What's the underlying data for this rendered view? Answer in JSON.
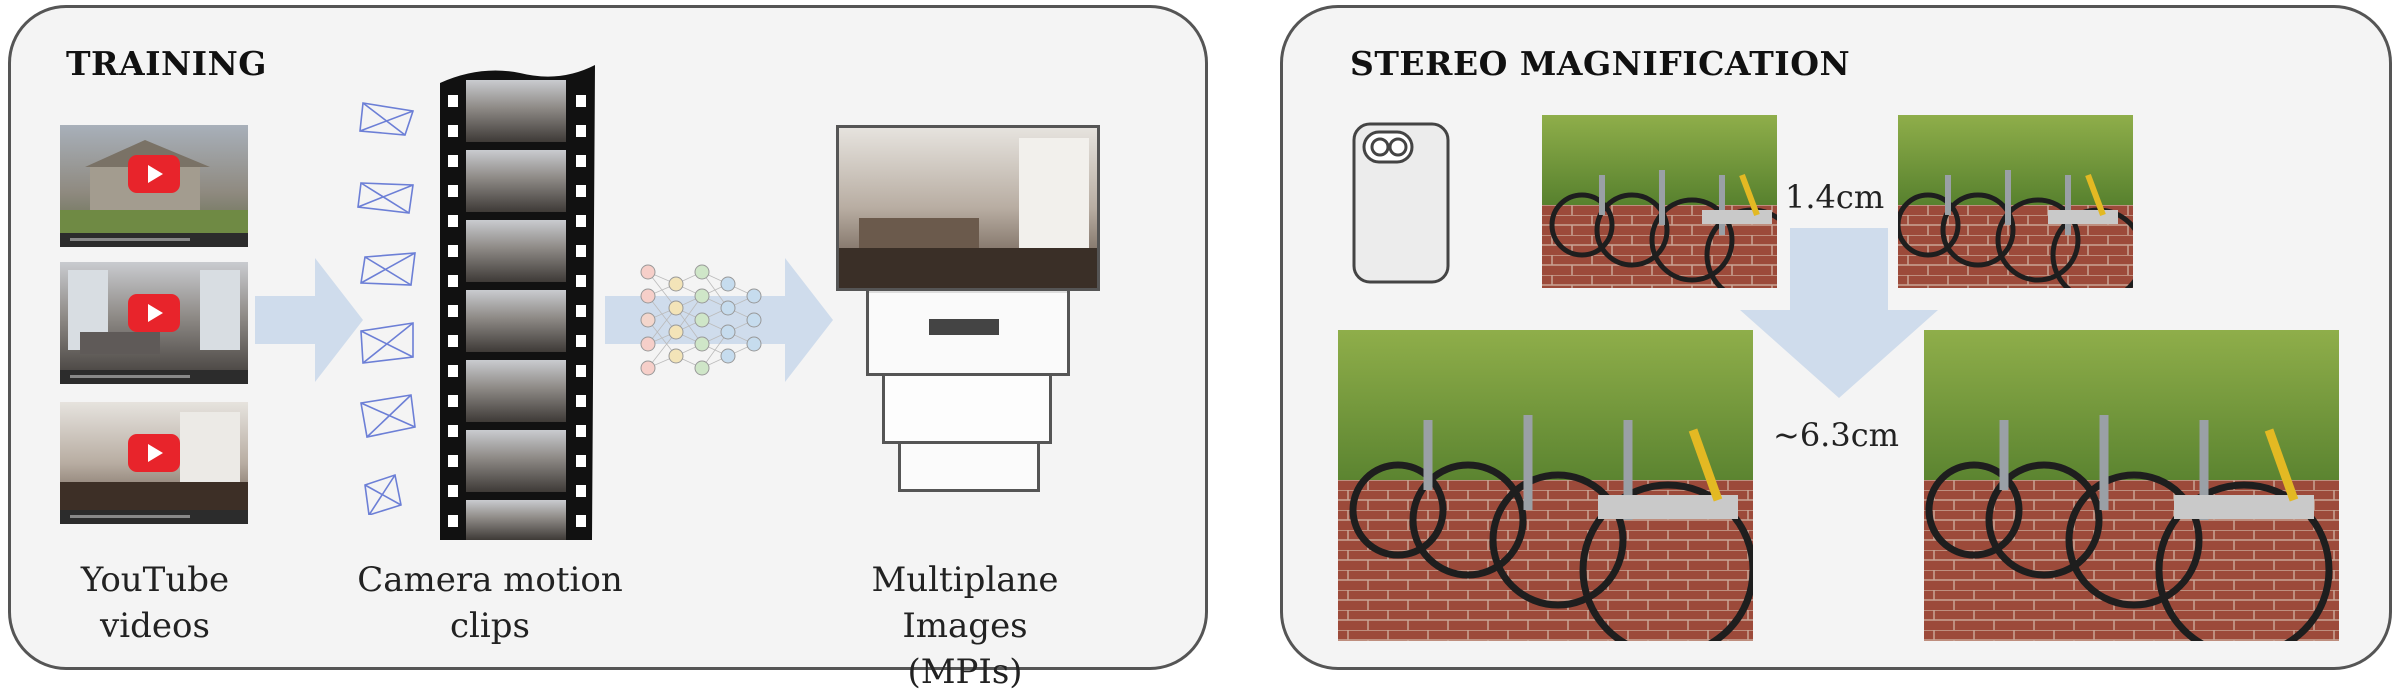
{
  "training": {
    "title": "TRAINING",
    "captions": {
      "youtube_line1": "YouTube",
      "youtube_line2": "videos",
      "camera_line1": "Camera motion",
      "camera_line2": "clips",
      "mpi_line1": "Multiplane Images",
      "mpi_line2": "(MPIs)"
    }
  },
  "stereo": {
    "title": "STEREO MAGNIFICATION",
    "baseline_small": "1.4cm",
    "baseline_large": "~6.3cm"
  },
  "colors": {
    "arrow": "#cfdcec",
    "youtube_red": "#e8242b",
    "frustum": "#6c7fd6",
    "panel_bg": "#f4f4f4",
    "panel_border": "#555555"
  },
  "icons": [
    "play-icon",
    "camera-frustum-icon",
    "neural-network-icon",
    "phone-dual-camera-icon"
  ]
}
